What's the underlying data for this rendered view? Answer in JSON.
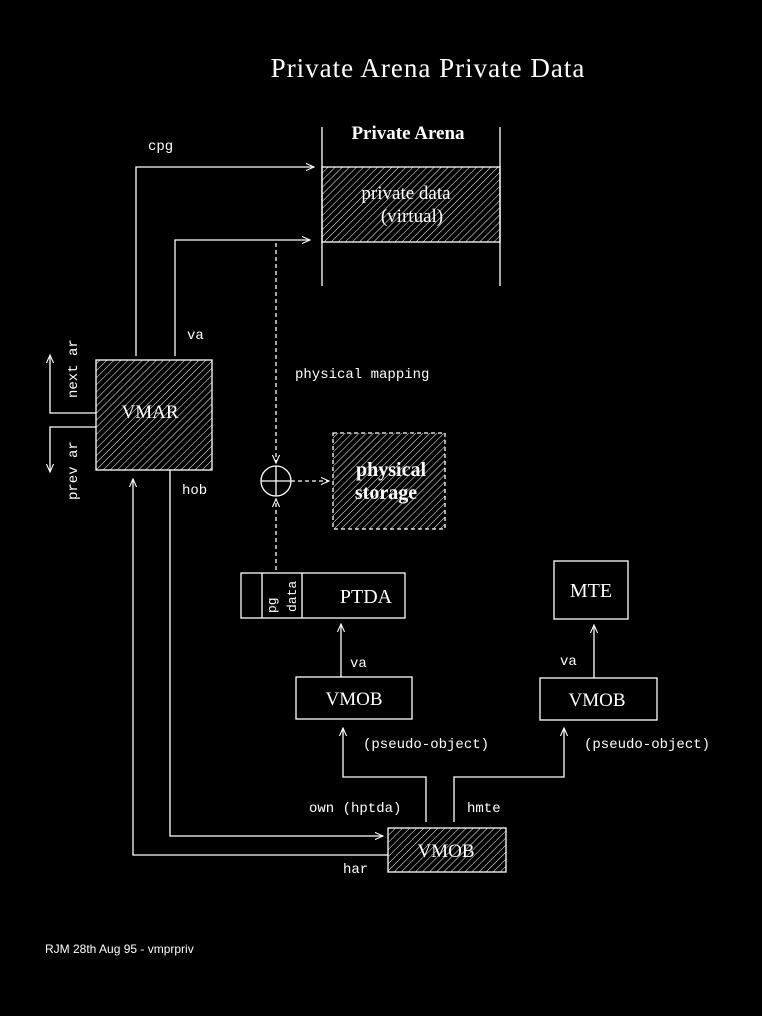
{
  "title": "Private Arena Private Data",
  "arena": {
    "heading": "Private Arena",
    "data_line1": "private data",
    "data_line2": "(virtual)"
  },
  "labels": {
    "cpg": "cpg",
    "va_vmar": "va",
    "physical_mapping": "physical mapping",
    "next_ar": "next ar",
    "prev_ar": "prev ar",
    "hob": "hob",
    "va_ptda": "va",
    "va_mte": "va",
    "pseudo_object_1": "(pseudo-object)",
    "pseudo_object_2": "(pseudo-object)",
    "own": "own (hptda)",
    "hmte": "hmte",
    "har": "har"
  },
  "nodes": {
    "vmar": "VMAR",
    "physical_line1": "physical",
    "physical_line2": "storage",
    "ptda": "PTDA",
    "ptda_pg": "pg",
    "ptda_data": "data",
    "mte": "MTE",
    "vmob_left": "VMOB",
    "vmob_right": "VMOB",
    "vmob_bottom": "VMOB"
  },
  "footer": "RJM 28th Aug 95 - vmprpriv"
}
